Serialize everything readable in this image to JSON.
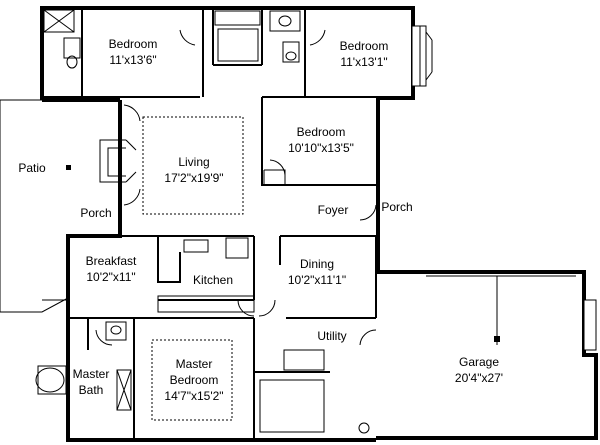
{
  "rooms": {
    "bedroom_nw": {
      "name": "Bedroom",
      "size": "11'x13'6\""
    },
    "bedroom_ne": {
      "name": "Bedroom",
      "size": "11'x13'1\""
    },
    "bedroom_mid": {
      "name": "Bedroom",
      "size": "10'10\"x13'5\""
    },
    "living": {
      "name": "Living",
      "size": "17'2\"x19'9\""
    },
    "patio": {
      "name": "Patio"
    },
    "porch_left": {
      "name": "Porch"
    },
    "porch_right": {
      "name": "Porch"
    },
    "foyer": {
      "name": "Foyer"
    },
    "breakfast": {
      "name": "Breakfast",
      "size": "10'2\"x11\""
    },
    "kitchen": {
      "name": "Kitchen"
    },
    "dining": {
      "name": "Dining",
      "size": "10'2\"x11'1\""
    },
    "utility": {
      "name": "Utility"
    },
    "garage": {
      "name": "Garage",
      "size": "20'4\"x27'"
    },
    "master_bedroom": {
      "name_line1": "Master",
      "name_line2": "Bedroom",
      "size": "14'7\"x15'2\""
    },
    "master_bath": {
      "name_line1": "Master",
      "name_line2": "Bath"
    }
  }
}
